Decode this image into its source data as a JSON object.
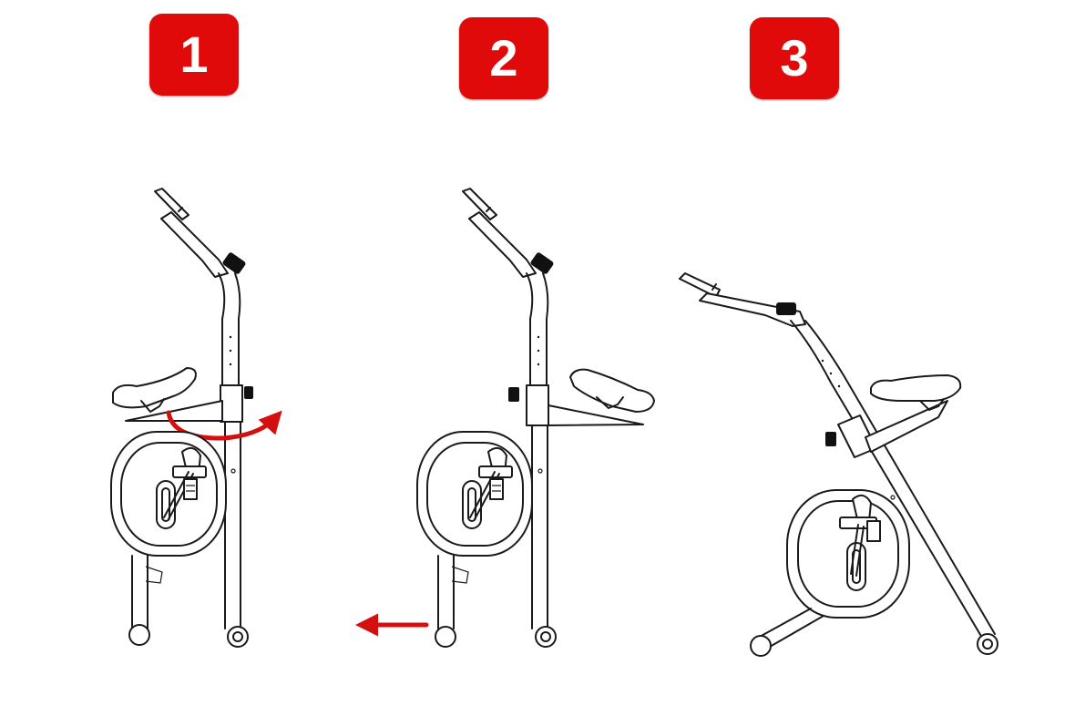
{
  "steps": [
    {
      "number": "1",
      "action": "rotate-seat"
    },
    {
      "number": "2",
      "action": "pull-base"
    },
    {
      "number": "3",
      "action": "unfolded"
    }
  ],
  "colors": {
    "badge": "#e10a0a",
    "arrow": "#d40f0f",
    "line": "#1a1a1a"
  },
  "icons": {
    "rotate": "curved-arrow-icon",
    "pull": "left-arrow-icon"
  }
}
